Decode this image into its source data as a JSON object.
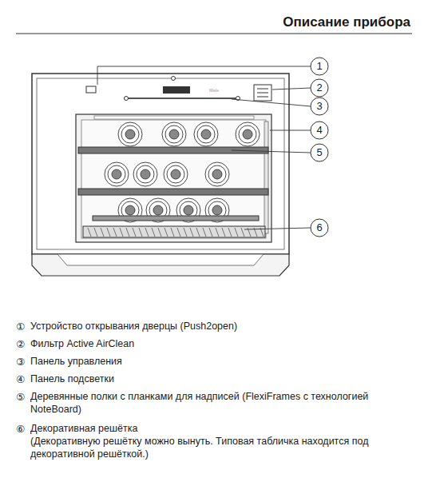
{
  "diagram": {
    "title": "Описание прибора",
    "labels": [
      "1",
      "2",
      "3",
      "4",
      "5",
      "6",
      "Miele",
      "①",
      "Устройство открывания дверцы (Push2open)",
      "②",
      "Фильтр Active AirClean",
      "③",
      "Панель управления",
      "④",
      "Панель подсветки",
      "⑤",
      "Деревянные полки с планками для надписей (FlexiFrames с технологией NoteBoard)",
      "⑥",
      "Декоративная решётка",
      "(Декоративную решётку можно вынуть. Типовая табличка находится под декоративной решёткой.)"
    ]
  }
}
